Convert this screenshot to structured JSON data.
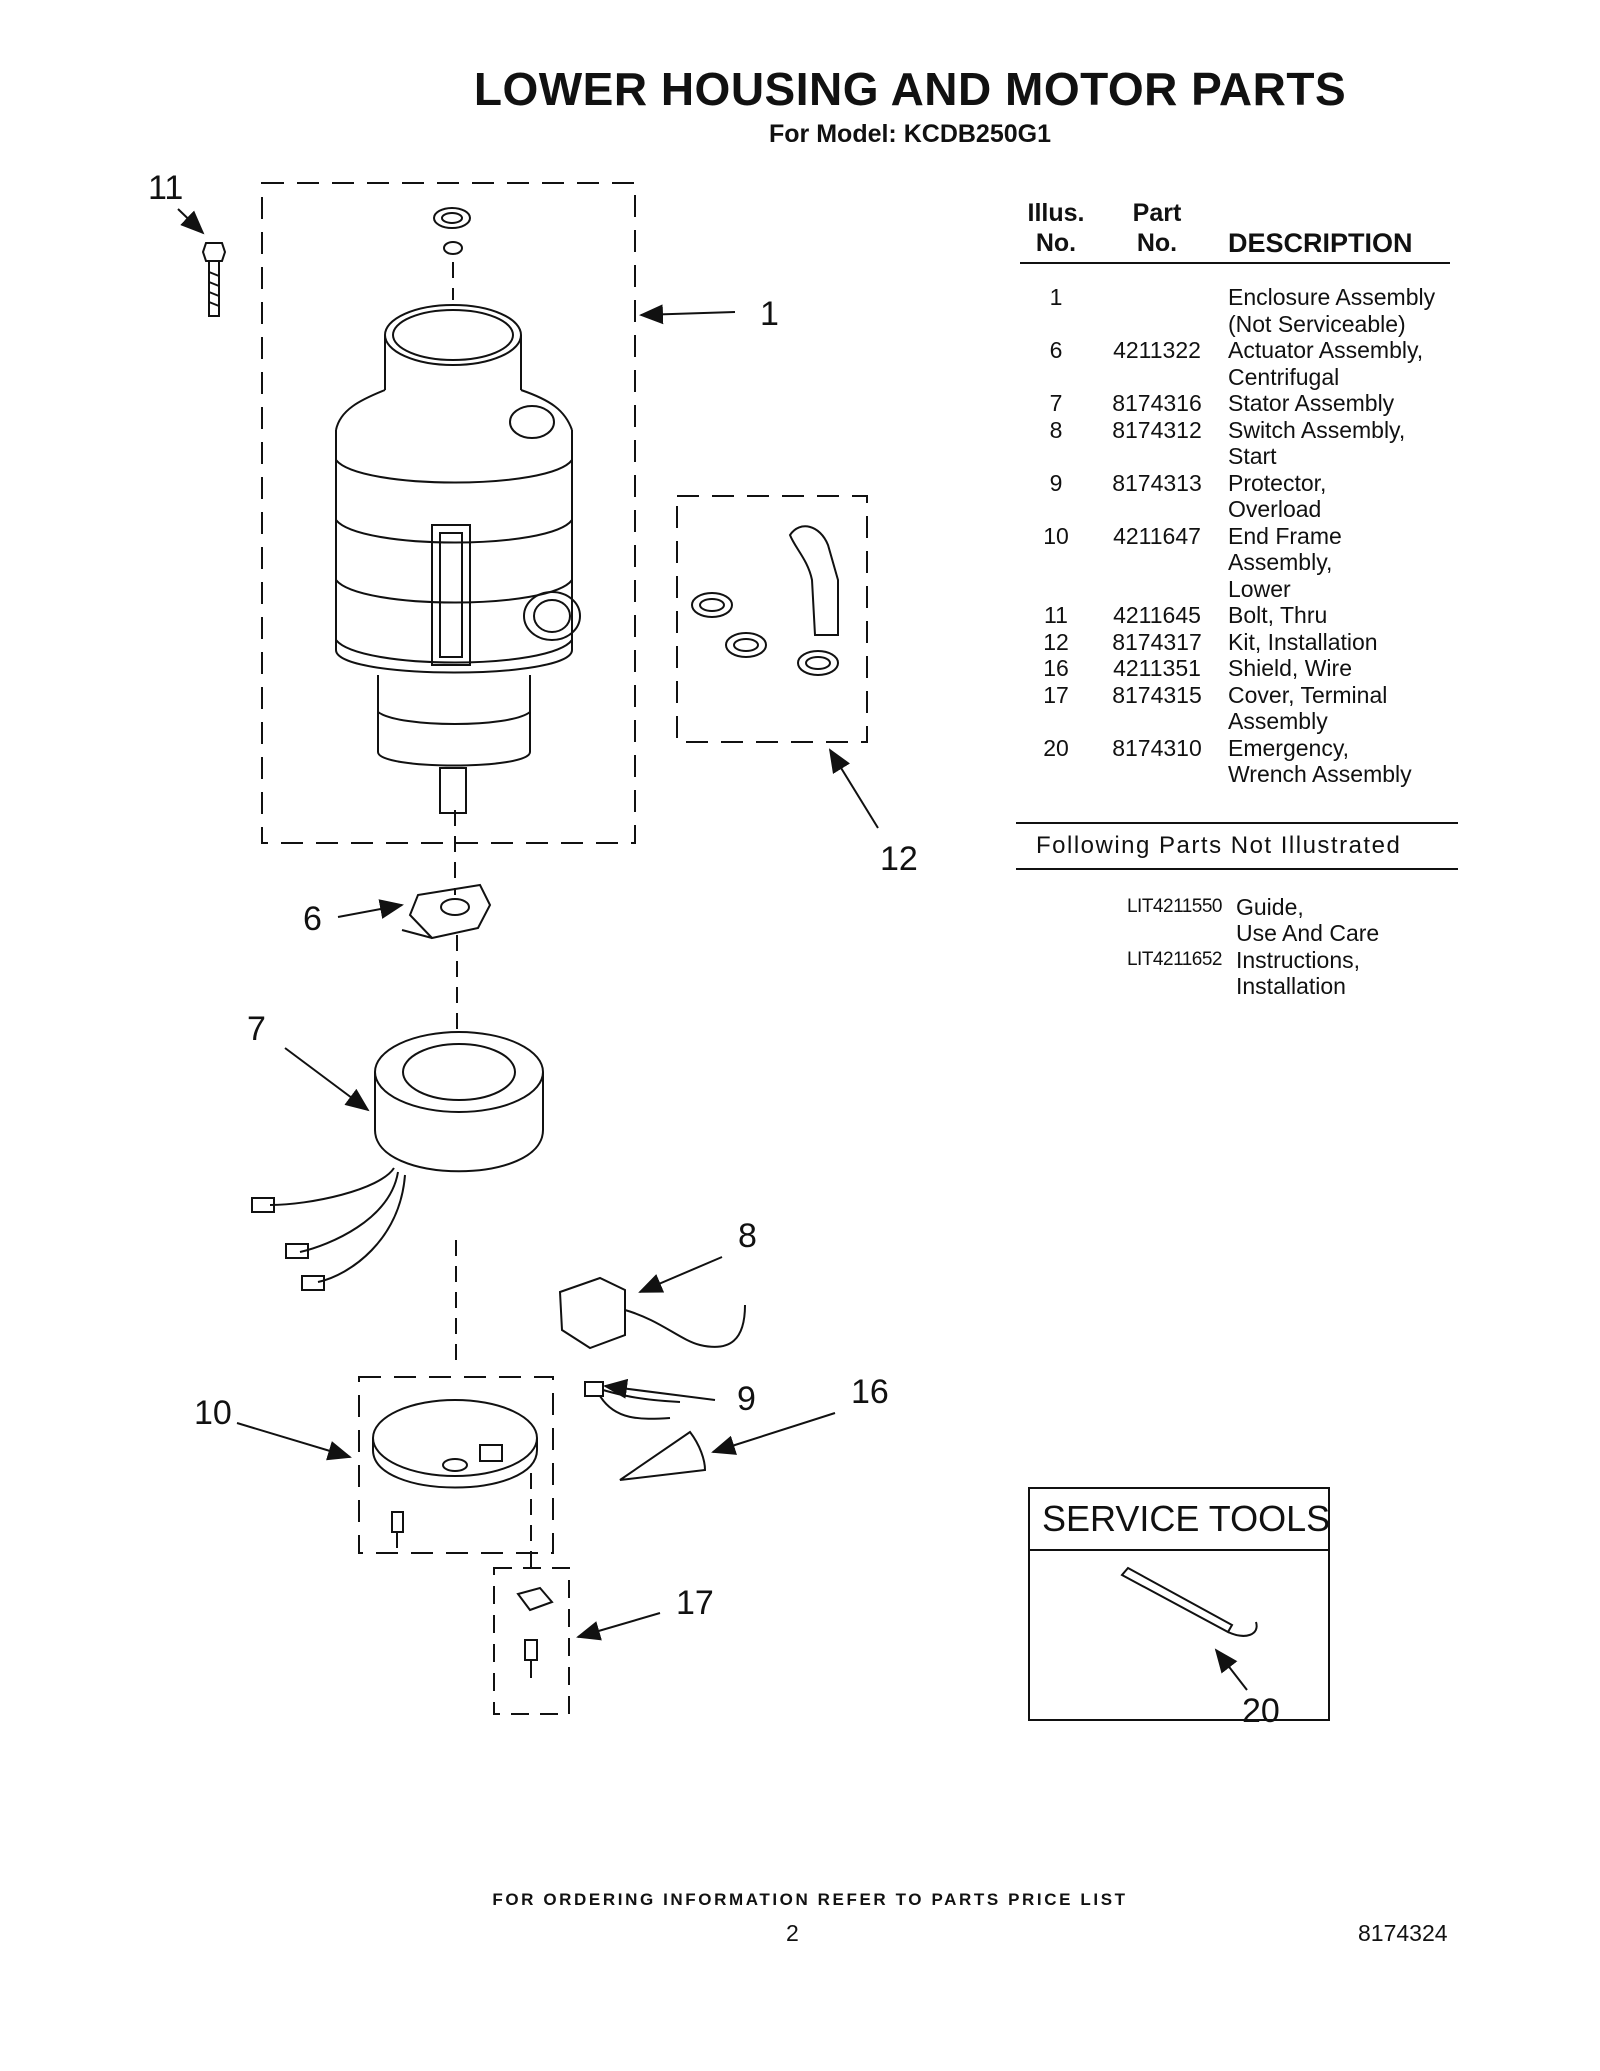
{
  "header": {
    "title": "LOWER HOUSING AND MOTOR PARTS",
    "subtitle": "For Model: KCDB250G1"
  },
  "callouts": [
    "11",
    "1",
    "12",
    "6",
    "7",
    "8",
    "9",
    "16",
    "10",
    "17",
    "20"
  ],
  "parts_table": {
    "headers": {
      "illus_line1": "Illus.",
      "illus_line2": "No.",
      "part_line1": "Part",
      "part_line2": "No.",
      "description": "DESCRIPTION"
    },
    "rows": [
      {
        "illus": "1",
        "part": "",
        "desc": [
          "Enclosure Assembly",
          "(Not Serviceable)"
        ]
      },
      {
        "illus": "6",
        "part": "4211322",
        "desc": [
          "Actuator Assembly,",
          "Centrifugal"
        ]
      },
      {
        "illus": "7",
        "part": "8174316",
        "desc": [
          "Stator Assembly"
        ]
      },
      {
        "illus": "8",
        "part": "8174312",
        "desc": [
          "Switch Assembly,",
          "Start"
        ]
      },
      {
        "illus": "9",
        "part": "8174313",
        "desc": [
          "Protector,",
          "Overload"
        ]
      },
      {
        "illus": "10",
        "part": "4211647",
        "desc": [
          "End Frame Assembly,",
          "Lower"
        ]
      },
      {
        "illus": "11",
        "part": "4211645",
        "desc": [
          "Bolt, Thru"
        ]
      },
      {
        "illus": "12",
        "part": "8174317",
        "desc": [
          "Kit, Installation"
        ]
      },
      {
        "illus": "16",
        "part": "4211351",
        "desc": [
          "Shield, Wire"
        ]
      },
      {
        "illus": "17",
        "part": "8174315",
        "desc": [
          "Cover, Terminal",
          "Assembly"
        ]
      },
      {
        "illus": "20",
        "part": "8174310",
        "desc": [
          "Emergency,",
          "Wrench Assembly"
        ]
      }
    ],
    "not_illustrated_heading": "Following Parts Not Illustrated",
    "not_illustrated": [
      {
        "part": "LIT4211550",
        "desc": [
          "Guide,",
          "Use And Care"
        ]
      },
      {
        "part": "LIT4211652",
        "desc": [
          "Instructions,",
          "Installation"
        ]
      }
    ]
  },
  "service_tools": {
    "title": "SERVICE TOOLS",
    "callout": "20"
  },
  "footer": {
    "ordering_note": "FOR ORDERING INFORMATION REFER TO PARTS PRICE LIST",
    "page_number": "2",
    "document_number": "8174324"
  }
}
